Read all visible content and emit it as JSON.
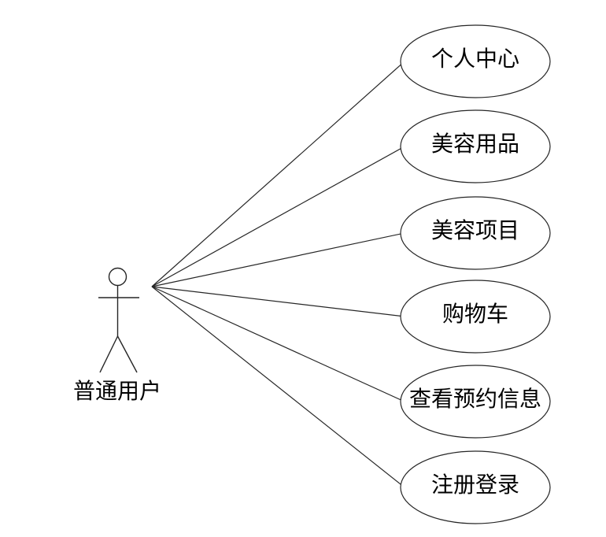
{
  "diagram": {
    "type": "uml-use-case-diagram",
    "background_color": "#ffffff",
    "line_color": "#262626",
    "text_color": "#000000",
    "actor": {
      "label": "普通用户"
    },
    "use_cases": [
      {
        "label": "个人中心"
      },
      {
        "label": "美容用品"
      },
      {
        "label": "美容项目"
      },
      {
        "label": "购物车"
      },
      {
        "label": "查看预约信息"
      },
      {
        "label": "注册登录"
      }
    ]
  }
}
